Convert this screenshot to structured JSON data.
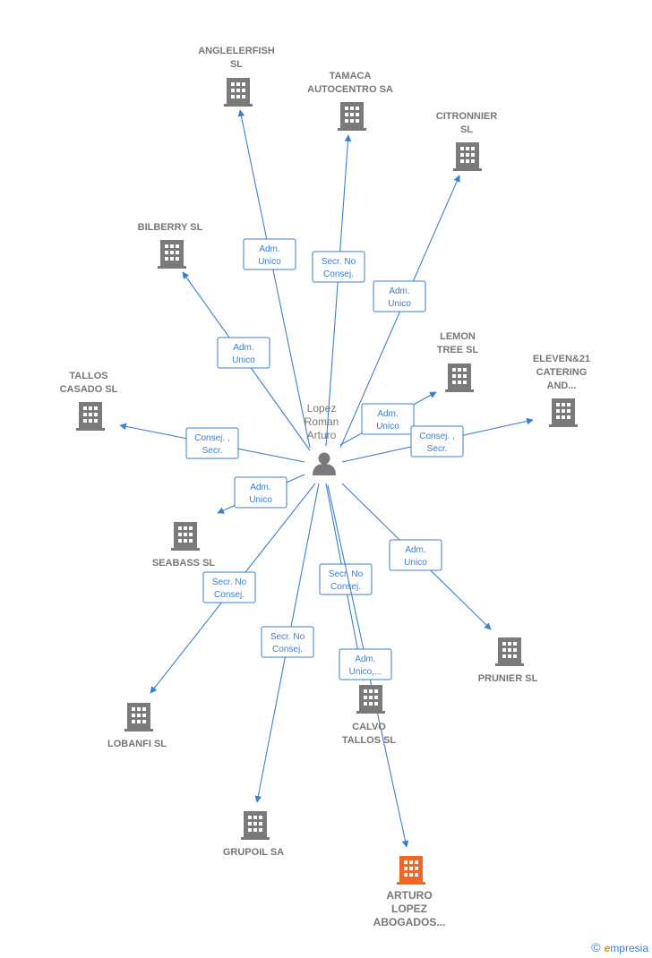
{
  "center": {
    "label": [
      "Lopez",
      "Roman",
      "Arturo"
    ],
    "icon": "person-icon"
  },
  "colors": {
    "edge": "#3a7fd5",
    "building": "#7a7a7a",
    "highlight": "#f26522"
  },
  "nodes": [
    {
      "id": "anglelerfish",
      "label": [
        "ANGLELERFISH",
        "SL"
      ],
      "icon": "building-icon"
    },
    {
      "id": "tamaca",
      "label": [
        "TAMACA",
        "AUTOCENTRO SA"
      ],
      "icon": "building-icon"
    },
    {
      "id": "citronnier",
      "label": [
        "CITRONNIER",
        "SL"
      ],
      "icon": "building-icon"
    },
    {
      "id": "bilberry",
      "label": [
        "BILBERRY  SL"
      ],
      "icon": "building-icon"
    },
    {
      "id": "lemon",
      "label": [
        "LEMON",
        "TREE  SL"
      ],
      "icon": "building-icon"
    },
    {
      "id": "eleven",
      "label": [
        "ELEVEN&21",
        "CATERING",
        "AND..."
      ],
      "icon": "building-icon"
    },
    {
      "id": "tallos",
      "label": [
        "TALLOS",
        "CASADO  SL"
      ],
      "icon": "building-icon"
    },
    {
      "id": "seabass",
      "label": [
        "SEABASS  SL"
      ],
      "icon": "building-icon"
    },
    {
      "id": "prunier",
      "label": [
        "PRUNIER  SL"
      ],
      "icon": "building-icon"
    },
    {
      "id": "lobanfi",
      "label": [
        "LOBANFI SL"
      ],
      "icon": "building-icon"
    },
    {
      "id": "calvo",
      "label": [
        "CALVO",
        "TALLOS  SL"
      ],
      "icon": "building-icon"
    },
    {
      "id": "grupoil",
      "label": [
        "GRUPOIL SA"
      ],
      "icon": "building-icon"
    },
    {
      "id": "arturo",
      "label": [
        "ARTURO",
        "LOPEZ",
        "ABOGADOS..."
      ],
      "icon": "building-icon",
      "highlight": true
    }
  ],
  "edges": [
    {
      "to": "anglelerfish",
      "label": [
        "Adm.",
        "Unico"
      ]
    },
    {
      "to": "tamaca",
      "label": [
        "Secr.  No",
        "Consej."
      ]
    },
    {
      "to": "citronnier",
      "label": [
        "Adm.",
        "Unico"
      ]
    },
    {
      "to": "bilberry",
      "label": [
        "Adm.",
        "Unico"
      ]
    },
    {
      "to": "lemon",
      "label": [
        "Adm.",
        "Unico"
      ]
    },
    {
      "to": "eleven",
      "label": [
        "Consej. ,",
        "Secr."
      ]
    },
    {
      "to": "tallos",
      "label": [
        "Consej. ,",
        "Secr."
      ]
    },
    {
      "to": "seabass",
      "label": [
        "Adm.",
        "Unico"
      ]
    },
    {
      "to": "prunier",
      "label": [
        "Adm.",
        "Unico"
      ]
    },
    {
      "to": "lobanfi",
      "label": [
        "Secr.  No",
        "Consej."
      ]
    },
    {
      "to": "calvo",
      "label": [
        "Secr.  No",
        "Consej."
      ]
    },
    {
      "to": "grupoil",
      "label": [
        "Secr.  No",
        "Consej."
      ]
    },
    {
      "to": "arturo",
      "label": [
        "Adm.",
        "Unico,..."
      ]
    }
  ],
  "brand": {
    "copyright": "©",
    "initial": "e",
    "name": "mpresia"
  }
}
